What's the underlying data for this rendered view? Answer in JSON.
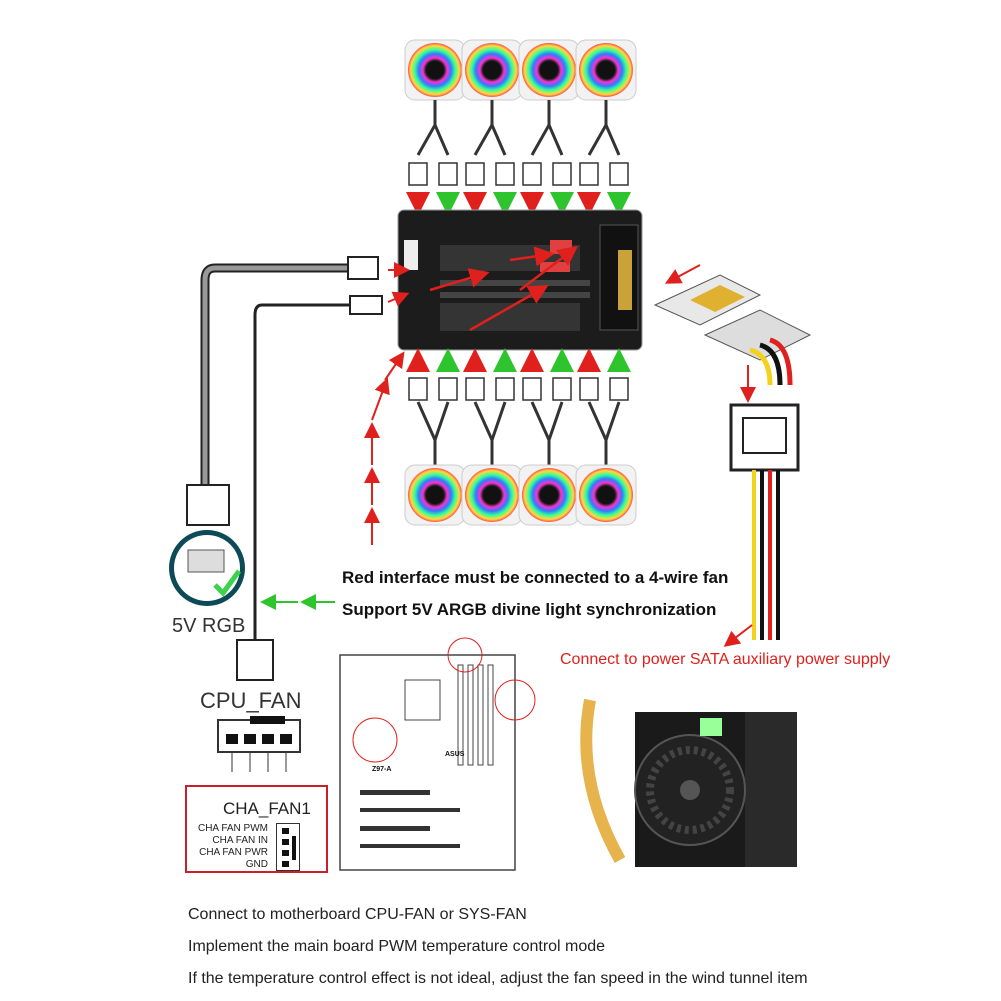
{
  "annotations": {
    "line1": "Red interface must be connected to a 4-wire fan",
    "line2": "Support 5V ARGB divine light synchronization",
    "sata_note": "Connect to power SATA auxiliary power supply"
  },
  "badge": {
    "voltage": "5v",
    "label": "5V RGB"
  },
  "cpu_fan_label": "CPU_FAN",
  "cha_fan": {
    "title": "CHA_FAN1",
    "pins": [
      "CHA FAN PWM",
      "CHA FAN IN",
      "CHA FAN PWR",
      "GND"
    ]
  },
  "motherboard": {
    "brand": "ASUS",
    "model": "Z97-A"
  },
  "footer": [
    "Connect to motherboard CPU-FAN or SYS-FAN",
    "Implement the main board PWM temperature control mode",
    "If the temperature control effect is not ideal, adjust the fan speed in the wind tunnel item"
  ],
  "colors": {
    "arrow_red": "#e0201c",
    "arrow_green": "#2ec42e",
    "hub": "#1c1c1c",
    "callout": "#c8202a"
  }
}
